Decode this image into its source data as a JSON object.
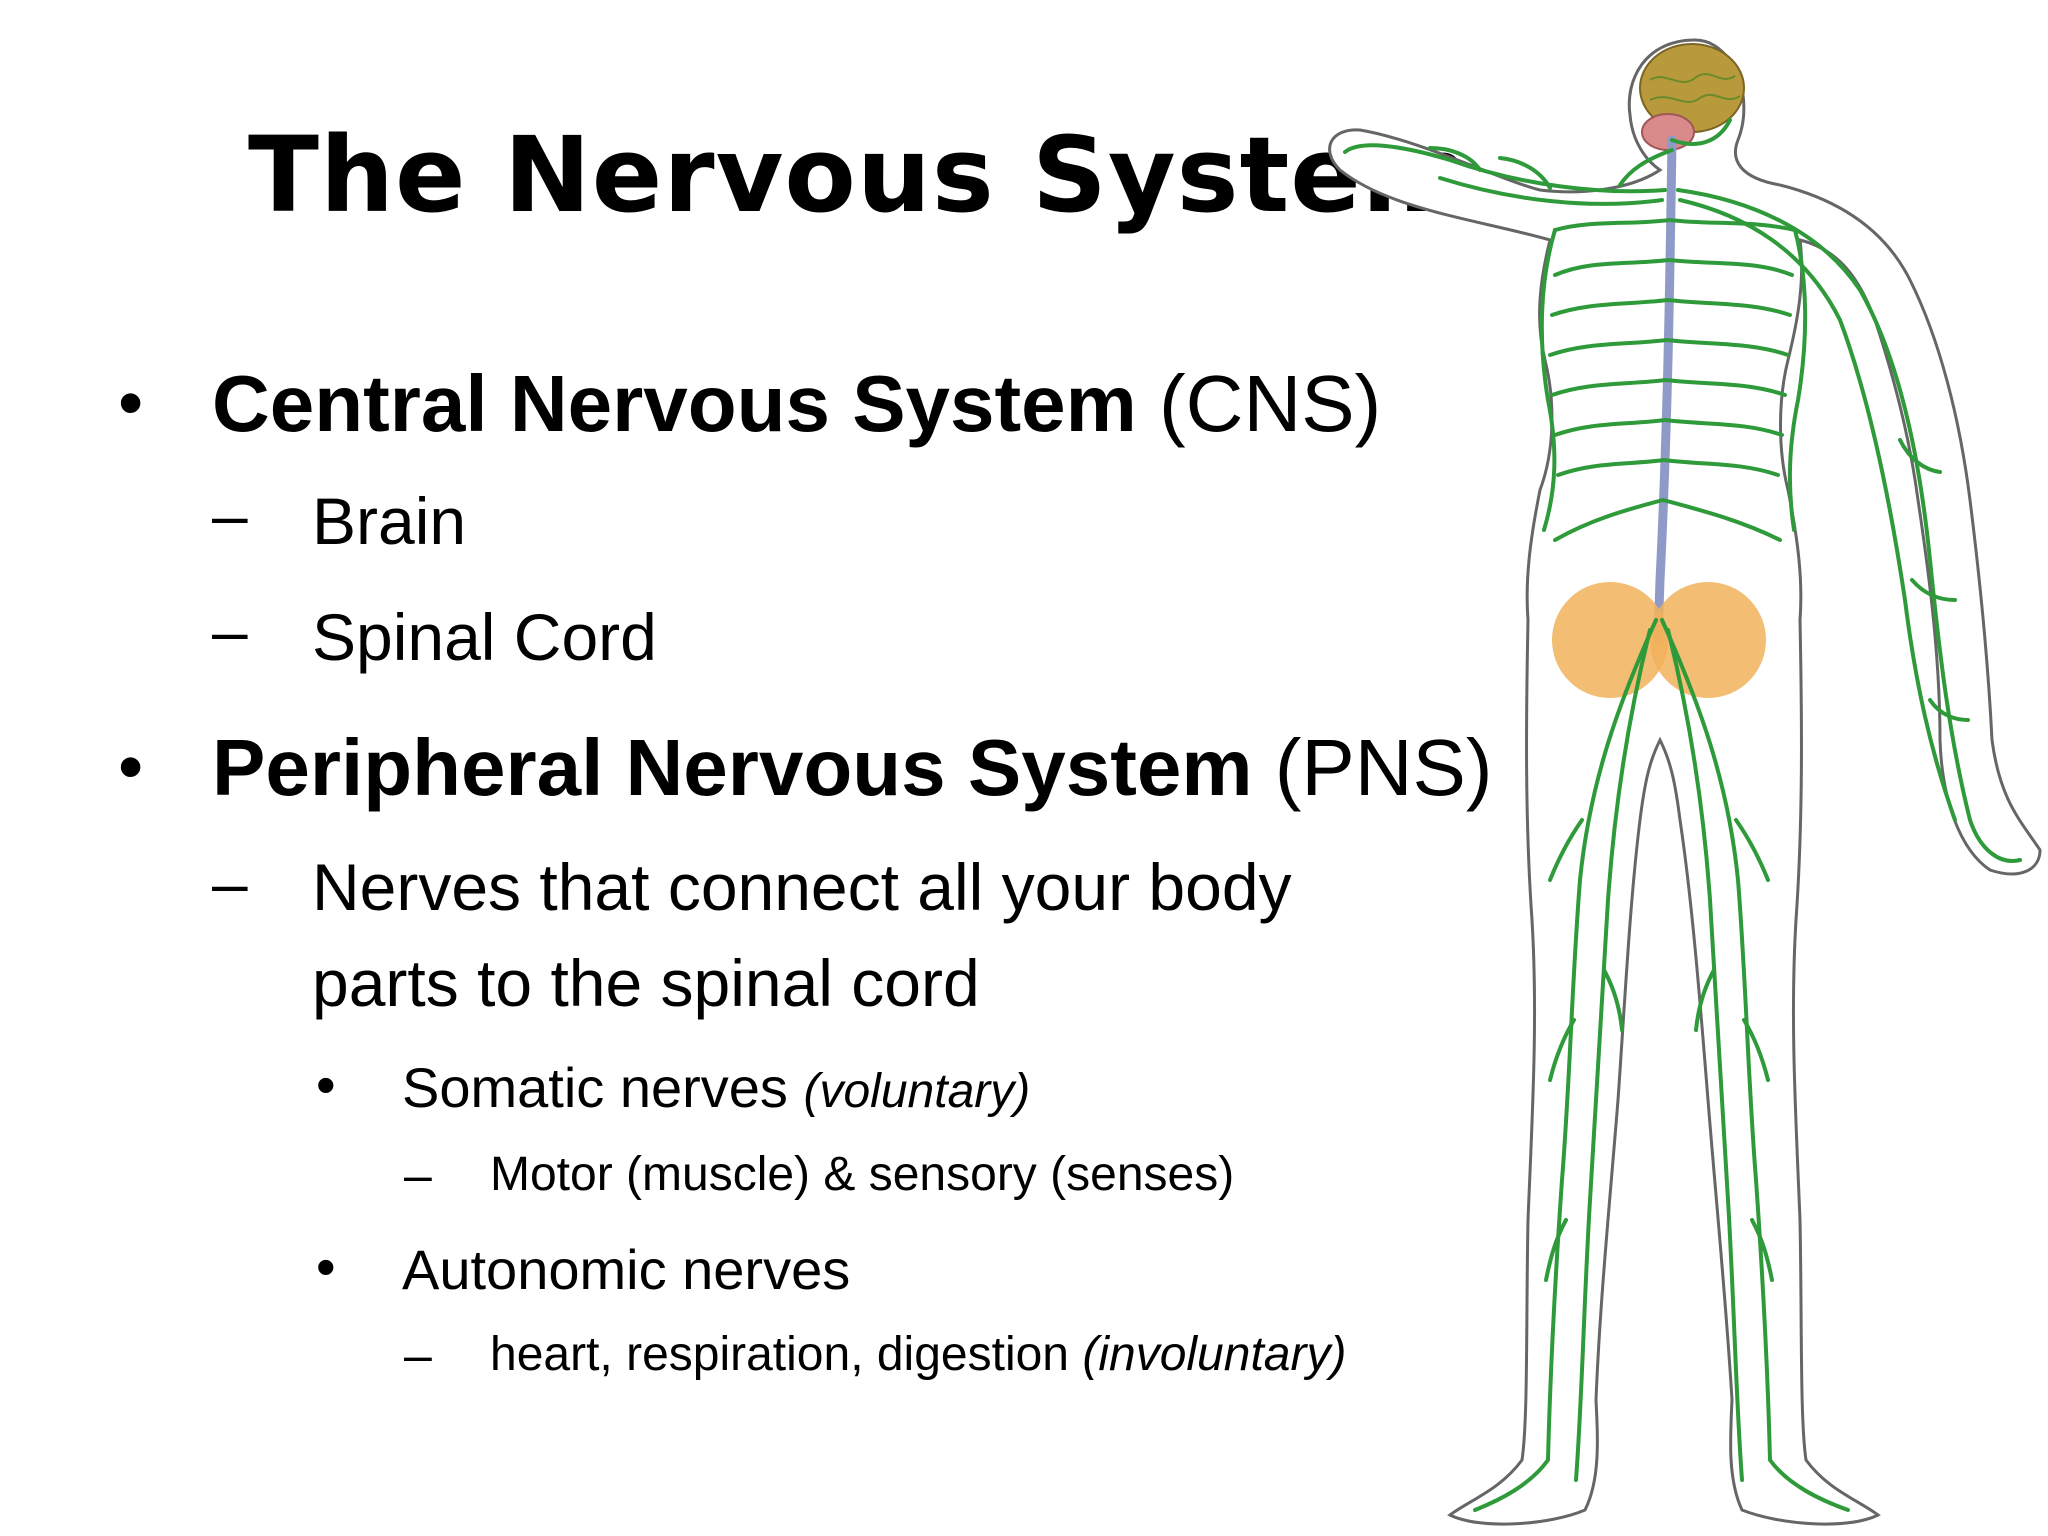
{
  "slide": {
    "title": "The Nervous System",
    "cns": {
      "bold": "Central Nervous System",
      "rest": " (CNS)",
      "items": [
        "Brain",
        "Spinal Cord"
      ]
    },
    "pns": {
      "bold": "Peripheral Nervous System",
      "rest": " (PNS)",
      "desc_line1": "Nerves that connect all your body",
      "desc_line2": "parts to the spinal cord",
      "somatic": {
        "text": "Somatic nerves ",
        "italic": "(voluntary)",
        "detail": "Motor (muscle) & sensory (senses)"
      },
      "autonomic": {
        "text": "Autonomic nerves",
        "detail_text": "heart, respiration, digestion ",
        "detail_italic": "(involuntary)"
      }
    },
    "colors": {
      "nerve": "#2e9a3a",
      "brain": "#b89a3c",
      "cerebellum": "#d98a8a",
      "spine": "#8f9ac8",
      "pelvis": "#f1b15a"
    }
  }
}
